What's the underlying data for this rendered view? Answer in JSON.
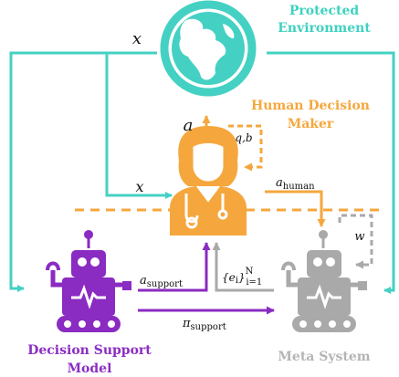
{
  "nodes": {
    "environment": {
      "line1": "Protected",
      "line2": "Environment",
      "icon": "globe-icon"
    },
    "human": {
      "line1": "Human Decision",
      "line2": "Maker",
      "icon": "doctor-icon"
    },
    "support": {
      "line1": "Decision Support",
      "line2": "Model",
      "icon": "robot-icon"
    },
    "meta": {
      "line1": "Meta System",
      "icon": "robot-icon"
    }
  },
  "math": {
    "x_top": "x",
    "x_mid": "x",
    "a": "a",
    "qb": "q,b",
    "a_human": {
      "base": "a",
      "sub": "human"
    },
    "a_support": {
      "base": "a",
      "sub": "support"
    },
    "pi_support": {
      "base": "π",
      "sub": "support"
    },
    "ei": {
      "text": "{e",
      "sub_i": "i",
      "close": "}",
      "sup": "N",
      "sub": "i=1"
    },
    "w": "w"
  },
  "colors": {
    "teal": "#44d1c3",
    "orange": "#f5a73d",
    "purple": "#8a2bc2",
    "gray": "#a9a9a9",
    "env_text": "#3fd2c0",
    "support_text": "#8b2ec4",
    "meta_text": "#b5b5b5"
  }
}
